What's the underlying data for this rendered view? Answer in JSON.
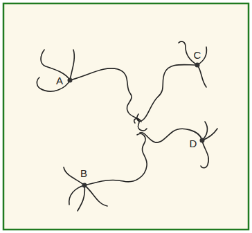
{
  "diagram": {
    "labels": [
      "A",
      "C",
      "D",
      "B"
    ]
  }
}
